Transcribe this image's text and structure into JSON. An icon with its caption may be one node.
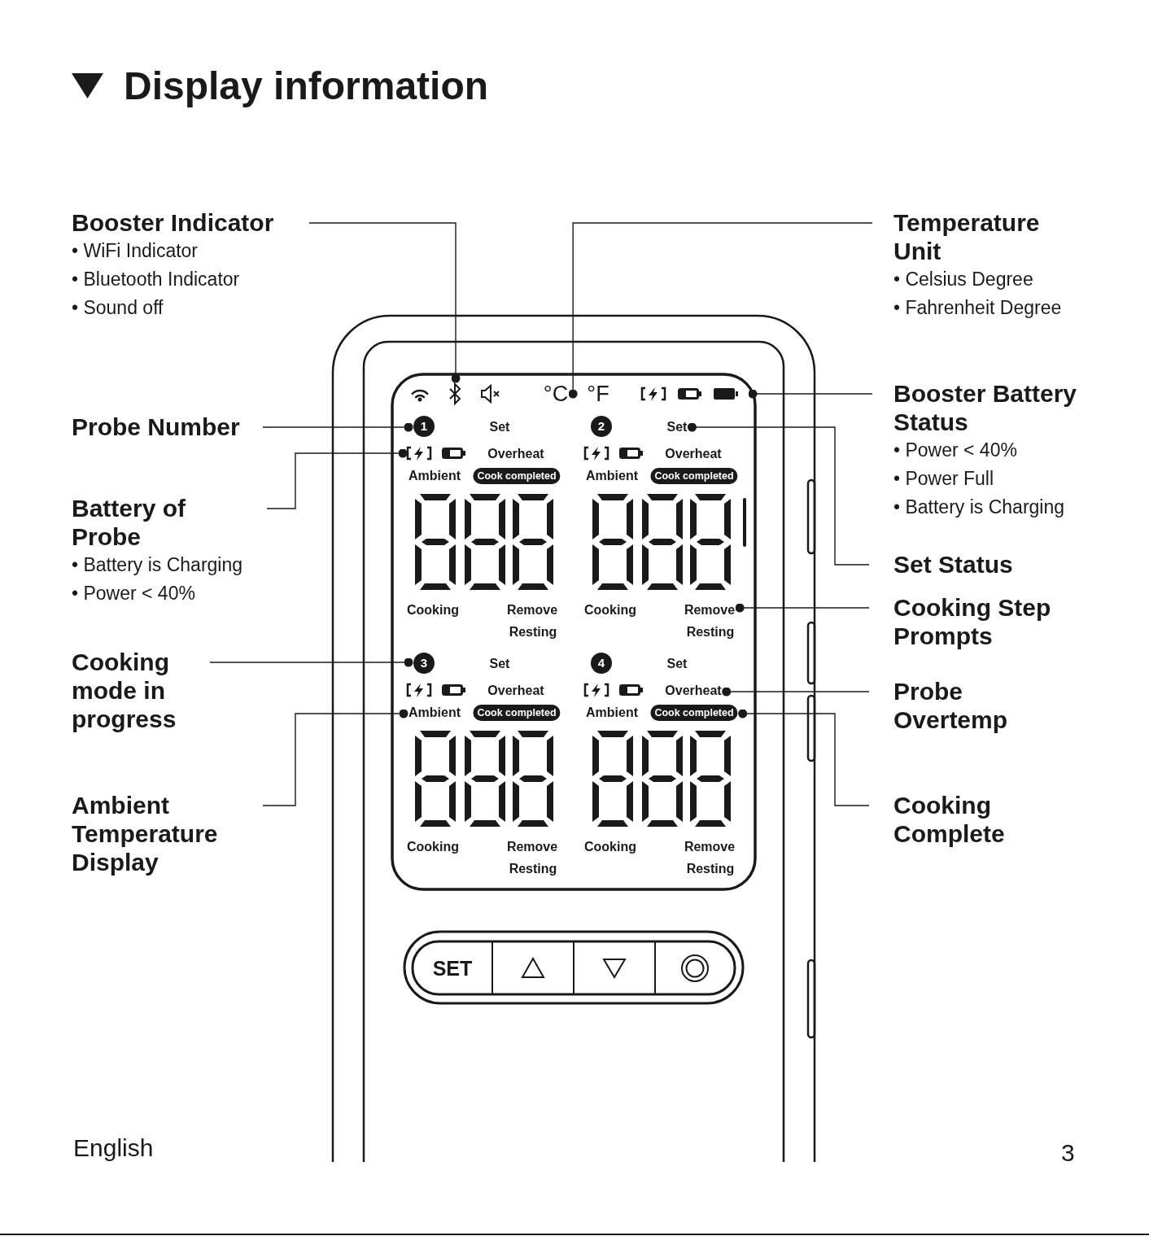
{
  "diagram": {
    "title": "Display information",
    "nodes": [
      {
        "text": [
          "Booster Indicator",
          "• WiFi Indicator",
          "• Bluetooth Indicator",
          "• Sound off"
        ]
      },
      {
        "text": [
          "Temperature Unit",
          "• Celsius Degree",
          "• Fahrenheit Degree"
        ]
      },
      {
        "text": [
          "Booster Battery Status",
          "• Power < 40%",
          "• Power Full",
          "• Battery is Charging"
        ]
      },
      {
        "text": [
          "Probe Number"
        ]
      },
      {
        "text": [
          "Battery of Probe",
          "• Battery is Charging",
          "• Power < 40%"
        ]
      },
      {
        "text": [
          "Set Status"
        ]
      },
      {
        "text": [
          "Cooking Step Prompts"
        ]
      },
      {
        "text": [
          "Cooking mode in progress"
        ]
      },
      {
        "text": [
          "Probe Overtemp"
        ]
      },
      {
        "text": [
          "Ambient Temperature Display"
        ]
      },
      {
        "text": [
          "Cooking Complete"
        ]
      },
      {
        "text": [
          "1"
        ]
      },
      {
        "text": [],
        "shape": "battery"
      },
      {
        "text": [
          "Set"
        ]
      },
      {
        "text": [
          "Remove"
        ]
      },
      {
        "text": [
          "3"
        ]
      },
      {
        "text": [
          "Ambient"
        ]
      },
      {
        "text": [
          "Overheat"
        ]
      },
      {
        "text": [
          "Cook completed"
        ]
      },
      {
        "text": [
          "°C"
        ]
      },
      {
        "text": [
          "2"
        ]
      },
      {
        "text": [
          "4"
        ]
      },
      {
        "text": [
          "Cook completed"
        ]
      },
      {
        "text": [
          "Cook completed"
        ]
      },
      {
        "text": [
          "Cook completed"
        ]
      }
    ],
    "edges": [
      {
        "from": 0,
        "to": null,
        "arrow": "other"
      },
      {
        "from": 1,
        "to": 19,
        "arrow": "other"
      },
      {
        "from": 2,
        "to": null,
        "arrow": "other"
      },
      {
        "from": 3,
        "to": 11,
        "arrow": "other"
      },
      {
        "from": 4,
        "to": 12,
        "arrow": "other"
      },
      {
        "from": 5,
        "to": 13,
        "arrow": "other"
      },
      {
        "from": 6,
        "to": 14,
        "arrow": "other"
      },
      {
        "from": 7,
        "to": 15,
        "arrow": "other"
      },
      {
        "from": 8,
        "to": 17,
        "arrow": "other"
      },
      {
        "from": 9,
        "to": 16,
        "arrow": "other"
      },
      {
        "from": 10,
        "to": 18,
        "arrow": "other"
      }
    ],
    "labels": [
      "°F",
      "Set",
      "Overheat",
      "Ambient",
      "Cooking",
      "Remove",
      "Resting",
      "Overheat",
      "Ambient",
      "Cooking",
      "Resting",
      "Set",
      "Overheat",
      "Cooking",
      "Remove",
      "Resting",
      "Set",
      "Ambient",
      "Cooking",
      "Remove",
      "Resting",
      "SET",
      "English",
      "3"
    ]
  }
}
